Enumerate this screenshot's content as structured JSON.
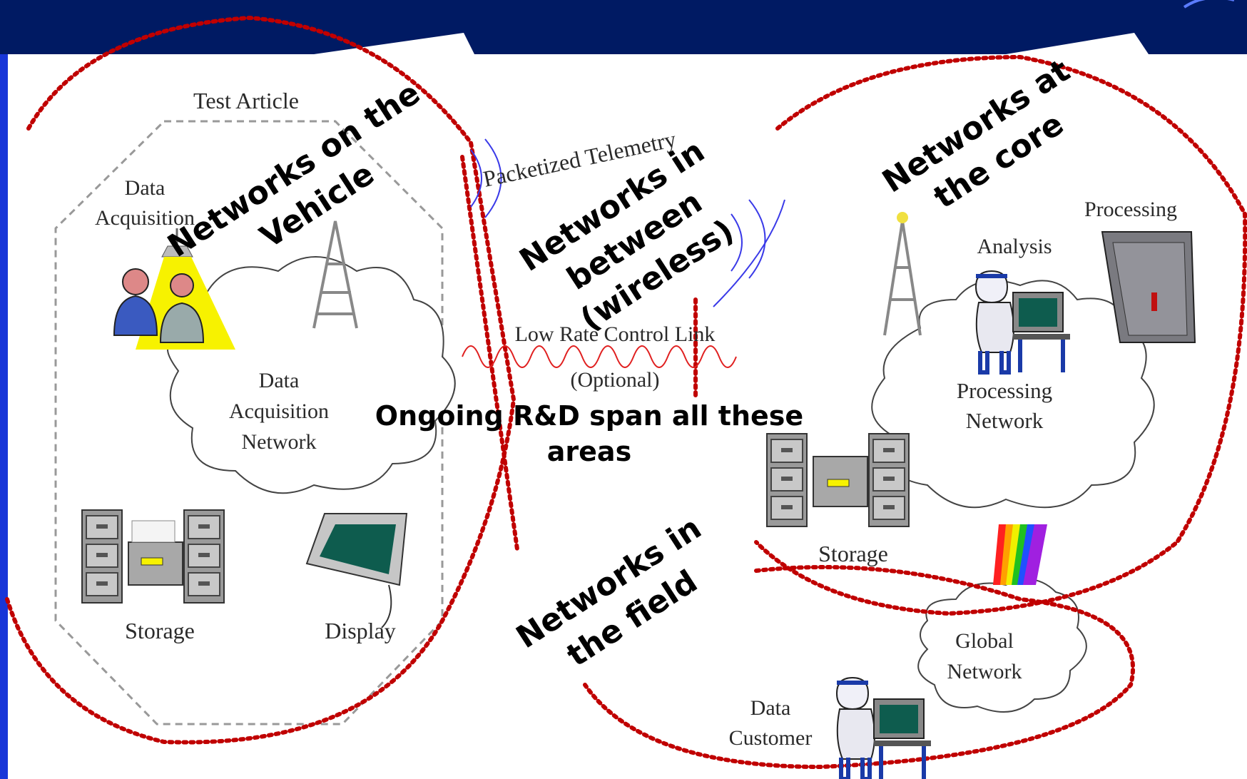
{
  "colors": {
    "title_bar": "#001A63",
    "left_edge": "#1836D8",
    "dashed_boundary": "#C00000",
    "screen_teal": "#0E5C4E",
    "wave_blue": "#3A3AE8",
    "wave_red": "#E02020"
  },
  "diagram": {
    "test_article": "Test Article",
    "data_acquisition": "Data\nAcquisition",
    "data_acquisition_network": "Data\nAcquisition\nNetwork",
    "storage_left": "Storage",
    "display": "Display",
    "packetized_telemetry": "Packetized Telemetry",
    "low_rate_control_link": "Low Rate Control Link",
    "optional": "(Optional)",
    "processing": "Processing",
    "analysis": "Analysis",
    "processing_network": "Processing\nNetwork",
    "storage_right": "Storage",
    "global_network": "Global\nNetwork",
    "data_customer": "Data\nCustomer"
  },
  "overlays": {
    "networks_on_vehicle": "Networks on the\nVehicle",
    "networks_in_between": "Networks in\nbetween\n(wireless)",
    "networks_at_core": "Networks at\nthe core",
    "networks_in_field": "Networks in\nthe field",
    "ongoing_rd": "Ongoing R&D span all these\nareas"
  },
  "icons": [
    "cabinet-icon",
    "monitor-icon",
    "tower-icon",
    "worker-icon",
    "server-icon",
    "rainbow-link-icon",
    "lamp-icon"
  ]
}
